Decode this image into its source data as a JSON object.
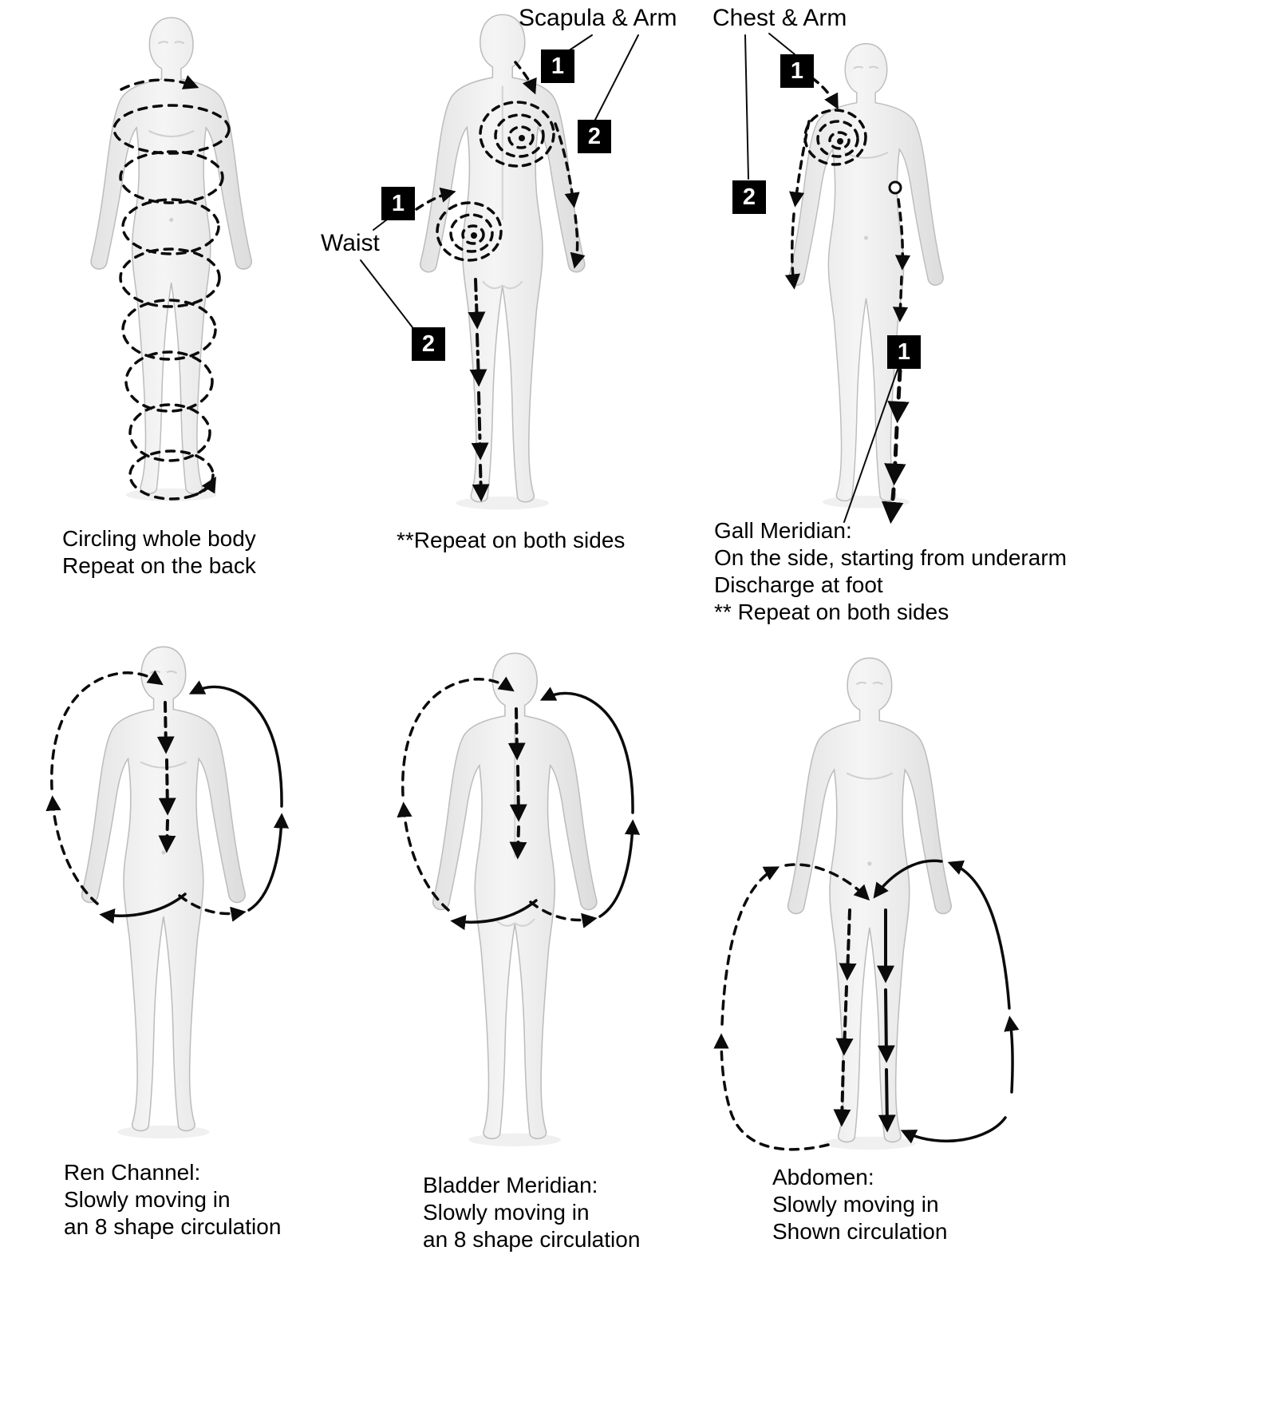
{
  "colors": {
    "ink": "#0b0b0b",
    "body_fill_light": "#f4f4f4",
    "body_fill_dark": "#dedede",
    "badge_bg": "#000000",
    "badge_fg": "#ffffff"
  },
  "figures": {
    "fig1": {
      "caption": "Circling whole body\nRepeat on the back"
    },
    "fig2": {
      "caption": "**Repeat on both sides",
      "labels": {
        "scapula_arm": "Scapula & Arm",
        "waist": "Waist"
      },
      "badges": {
        "scapula_1": "1",
        "arm_2": "2",
        "waist_1": "1",
        "leg_2": "2"
      }
    },
    "fig3": {
      "caption": "Gall Meridian:\nOn the side, starting from underarm\nDischarge at foot\n** Repeat on both sides",
      "labels": {
        "chest_arm": "Chest & Arm"
      },
      "badges": {
        "chest_1": "1",
        "arm_2": "2",
        "gall_1": "1"
      }
    },
    "fig4": {
      "caption": "Ren Channel:\nSlowly moving in\nan 8 shape circulation"
    },
    "fig5": {
      "caption": "Bladder Meridian:\nSlowly moving in\nan 8 shape circulation"
    },
    "fig6": {
      "caption": "Abdomen:\nSlowly moving in\nShown circulation"
    }
  }
}
